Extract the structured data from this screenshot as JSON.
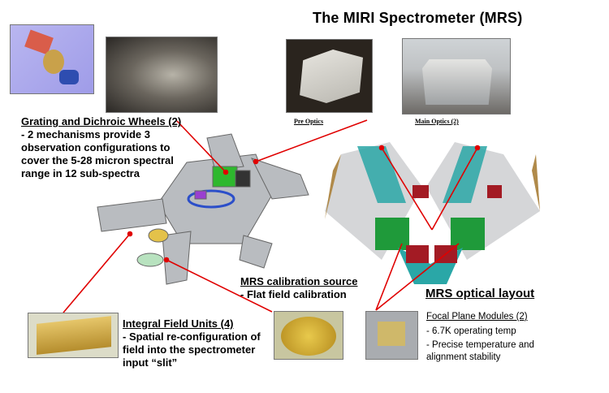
{
  "title": "The MIRI Spectrometer (MRS)",
  "photos": {
    "pre_optics_label": "Pre Optics",
    "main_optics_label": "Main Optics  (2)"
  },
  "grating": {
    "heading": "Grating and Dichroic Wheels (2)",
    "lines": [
      "- 2 mechanisms provide 3",
      "observation configurations to",
      "cover the 5-28 micron spectral",
      "range in 12 sub-spectra"
    ]
  },
  "calibration": {
    "heading": "MRS calibration source",
    "line": "- Flat field calibration"
  },
  "ifu": {
    "heading": "Integral Field Units (4)",
    "lines": [
      "- Spatial re-configuration of",
      "field into the spectrometer",
      "input “slit”"
    ]
  },
  "layout": {
    "heading": "MRS optical layout"
  },
  "fpm": {
    "heading": "Focal Plane Modules (2)",
    "lines": [
      "- 6.7K operating temp",
      "- Precise temperature and",
      "alignment stability"
    ]
  },
  "colors": {
    "pointer": "#e00000",
    "green": "#1f9a3a",
    "teal": "#2aa7a7",
    "darkred": "#a31b24"
  }
}
